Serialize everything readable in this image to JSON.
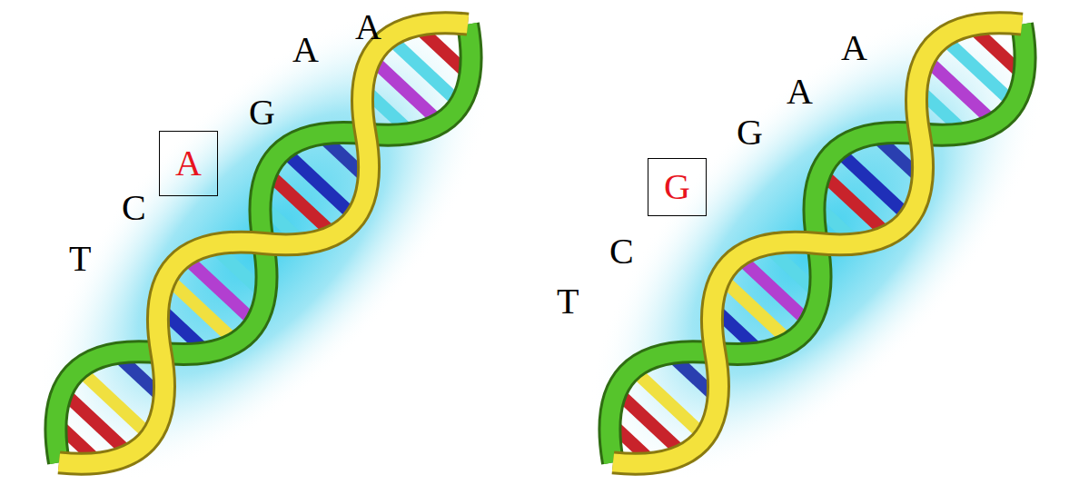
{
  "diagram": {
    "nodes": [
      {
        "text": [
          "A"
        ]
      },
      {
        "text": [
          "G"
        ]
      }
    ],
    "labels": [
      "T",
      "C",
      "G",
      "A",
      "A",
      "T",
      "C",
      "G",
      "A",
      "A"
    ]
  }
}
